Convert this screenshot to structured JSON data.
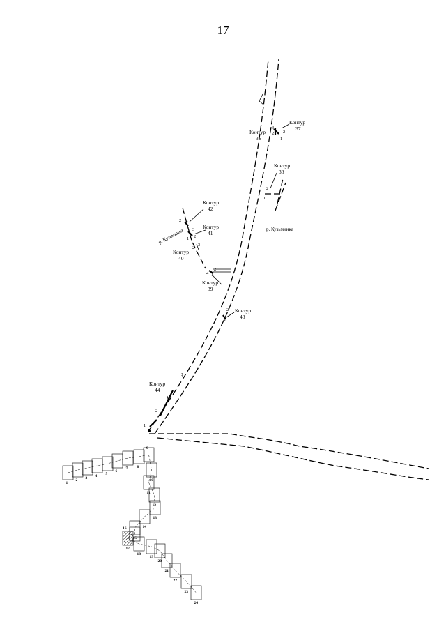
{
  "page": {
    "number": "17"
  },
  "contours": [
    {
      "label": "Контур",
      "number": "36"
    },
    {
      "label": "Контур",
      "number": "37"
    },
    {
      "label": "Контур",
      "number": "38"
    },
    {
      "label": "Контур",
      "number": "39"
    },
    {
      "label": "Контур",
      "number": "40"
    },
    {
      "label": "Контур",
      "number": "41"
    },
    {
      "label": "Контур",
      "number": "42"
    },
    {
      "label": "Контур",
      "number": "43"
    },
    {
      "label": "Контур",
      "number": "44"
    }
  ],
  "rivers": [
    {
      "name": "р. Кузьминка"
    },
    {
      "name": "р. Кузьминка"
    }
  ],
  "point_labels": [
    "1",
    "2",
    "3",
    "4"
  ],
  "sheets": [
    "1",
    "2",
    "3",
    "4",
    "5",
    "6",
    "7",
    "8",
    "9",
    "10",
    "11",
    "12",
    "13",
    "14",
    "15",
    "16",
    "17",
    "18",
    "19",
    "20",
    "21",
    "22",
    "23",
    "24"
  ]
}
